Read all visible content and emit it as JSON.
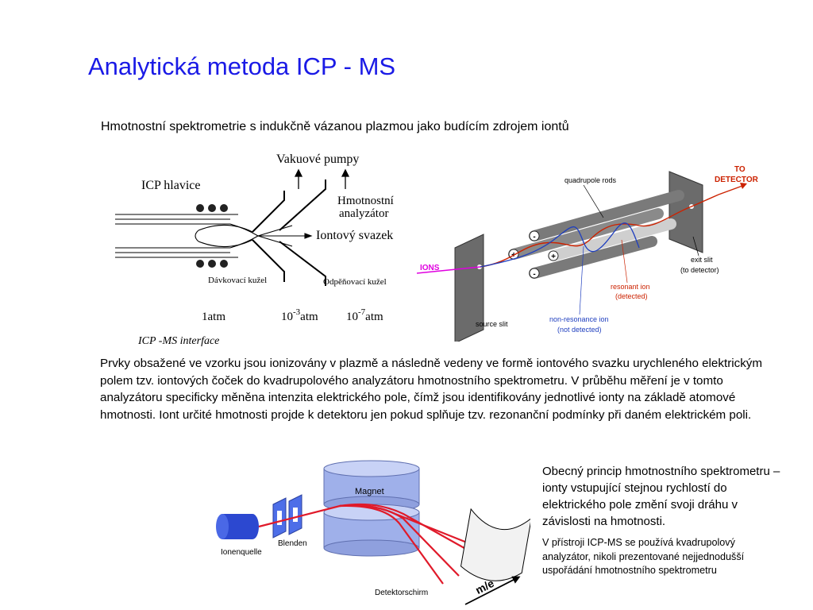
{
  "slide": {
    "title": "Analytická metoda ICP - MS",
    "subtitle": "Hmotnostní spektrometrie s indukčně vázanou plazmou jako budícím zdrojem iontů",
    "paragraph": "Prvky obsažené ve vzorku jsou ionizovány v plazmě a následně vedeny ve formě iontového svazku urychleného elektrickým polem tzv. iontových čoček do kvadrupolového analyzátoru hmotnostního spektrometru. V průběhu měření je v tomto analyzátoru specificky měněna intenzita elektrického pole, čímž jsou identifikovány jednotlivé ionty na základě atomové hmotnosti. Iont určité hmotnosti projde k detektoru jen pokud splňuje tzv. rezonanční podmínky při daném elektrickém poli.",
    "side_note": "Obecný princip hmotnostního spektrometru – ionty vstupující stejnou rychlostí do elektrického pole změní svoji dráhu v závislosti na hmotnosti.",
    "side_note_small": "V přístroji ICP-MS se používá kvadrupolový analyzátor, nikoli prezentované nejjednodušší uspořádání hmotnostního spektrometru"
  },
  "interface_diagram": {
    "vacuum_pumps": "Vakuové pumpy",
    "icp_head": "ICP hlavice",
    "mass_analyzer_line1": "Hmotnostní",
    "mass_analyzer_line2": "analyzátor",
    "ion_beam": "Iontový  svazek",
    "sampling_cone": "Dávkovací kužel",
    "skimmer_cone": "Odpěňovací  kužel",
    "pressure_1": "1atm",
    "pressure_2_base": "10",
    "pressure_2_exp": "-3",
    "pressure_2_unit": "atm",
    "pressure_3_base": "10",
    "pressure_3_exp": "-7",
    "pressure_3_unit": "atm",
    "caption": "ICP -MS interface"
  },
  "quadrupole_diagram": {
    "quadrupole_rods": "quadrupole rods",
    "to_detector_1": "TO",
    "to_detector_2": "DETECTOR",
    "ions": "IONS",
    "exit_slit_1": "exit slit",
    "exit_slit_2": "(to detector)",
    "resonant_1": "resonant ion",
    "resonant_2": "(detected)",
    "source_slit": "source slit",
    "non_resonance_1": "non-resonance ion",
    "non_resonance_2": "(not detected)",
    "minus": "-",
    "plus": "+",
    "colors": {
      "resonant": "#cc2200",
      "non_resonant": "#1f3fbf",
      "ions_beam": "#e000e0"
    }
  },
  "magnet_diagram": {
    "magnet": "Magnet",
    "ion_source": "Ionenquelle",
    "apertures": "Blenden",
    "detector_screen": "Detektorschirm",
    "axis_label": "m/e"
  }
}
